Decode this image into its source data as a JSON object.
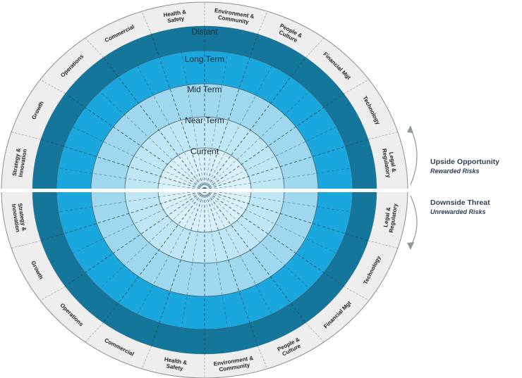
{
  "rings": [
    {
      "name": "distant",
      "label": "Distant",
      "color": "#13769a"
    },
    {
      "name": "long-term",
      "label": "Long Term",
      "color": "#1aa7de"
    },
    {
      "name": "mid-term",
      "label": "Mid Term",
      "color": "#9fd7ee"
    },
    {
      "name": "near-term",
      "label": "Near Term",
      "color": "#bfe6f5"
    },
    {
      "name": "current",
      "label": "Current",
      "color": "#daf1fa"
    }
  ],
  "segments": [
    "Strategy & Innovation",
    "Growth",
    "Operations",
    "Commercial",
    "Health & Safety",
    "Environment & Community",
    "People & Culture",
    "Financial Mgt",
    "Technology",
    "Legal & Regulatory"
  ],
  "colors": {
    "outer_band": "#eeeeee",
    "outer_border": "#8e8e8e",
    "divider": "#ffffff",
    "spoke": "#2a4a5a",
    "arrow": "#8c9aa0"
  },
  "legend": {
    "upside_title": "Upside Opportunity",
    "upside_sub": "Rewarded Risks",
    "downside_title": "Downside Threat",
    "downside_sub": "Unrewarded Risks"
  }
}
